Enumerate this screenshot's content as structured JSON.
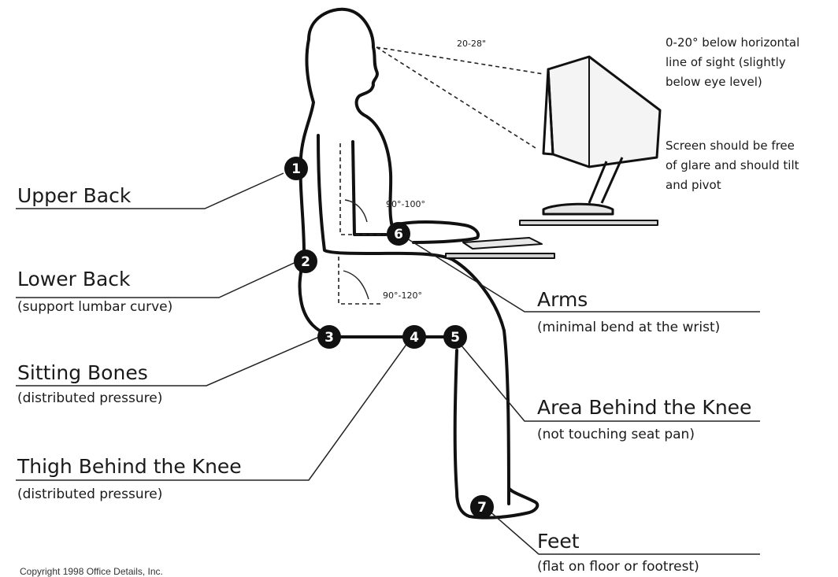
{
  "labels": {
    "upper_back": {
      "title": "Upper Back"
    },
    "lower_back": {
      "title": "Lower Back",
      "subtitle": "(support lumbar curve)"
    },
    "sitting_bones": {
      "title": "Sitting Bones",
      "subtitle": "(distributed pressure)"
    },
    "thigh_knee": {
      "title": "Thigh Behind the Knee",
      "subtitle": "(distributed pressure)"
    },
    "arms": {
      "title": "Arms",
      "subtitle": "(minimal bend at the wrist)"
    },
    "area_knee": {
      "title": "Area Behind the Knee",
      "subtitle": "(not touching seat pan)"
    },
    "feet": {
      "title": "Feet",
      "subtitle": "(flat on floor or footrest)"
    }
  },
  "markers": [
    "1",
    "2",
    "3",
    "4",
    "5",
    "6",
    "7"
  ],
  "measurements": {
    "viewing_distance": "20-28\"",
    "elbow_angle": "90°-100°",
    "hip_angle": "90°-120°"
  },
  "notes": {
    "monitor_angle": [
      "0-20° below horizontal",
      "line of sight (slightly",
      "below eye level)"
    ],
    "screen": [
      "Screen should be free",
      "of glare and should tilt",
      "and pivot"
    ]
  },
  "copyright": "Copyright 1998 Office Details, Inc."
}
